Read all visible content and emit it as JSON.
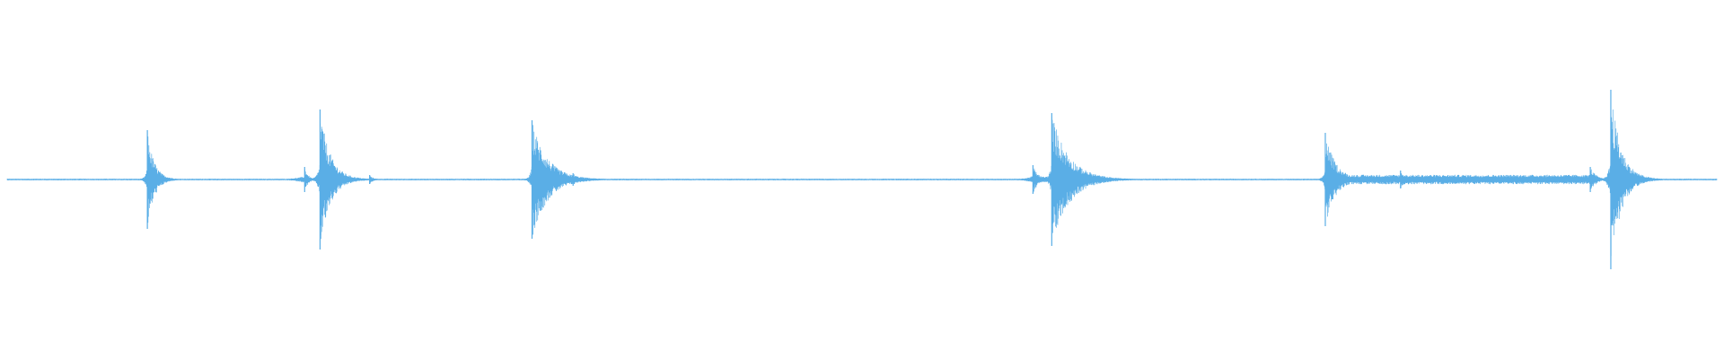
{
  "chart_data": {
    "type": "area",
    "x_range": [
      0,
      1
    ],
    "y_range": [
      -1,
      1
    ],
    "grid": false,
    "legend": "none",
    "colors": {
      "waveform": "#5aaee6",
      "background": "#ffffff"
    },
    "baseline_noise": 0.006,
    "bursts": [
      {
        "x": 0.082,
        "amplitude": 0.55,
        "pre_width": 0.0012,
        "decay": 0.004
      },
      {
        "x": 0.174,
        "amplitude": 0.14,
        "pre_width": 0.006,
        "decay": 0.002
      },
      {
        "x": 0.183,
        "amplitude": 0.78,
        "pre_width": 0.0015,
        "decay": 0.006
      },
      {
        "x": 0.212,
        "amplitude": 0.05,
        "pre_width": 0.001,
        "decay": 0.002
      },
      {
        "x": 0.307,
        "amplitude": 0.66,
        "pre_width": 0.0012,
        "decay": 0.009
      },
      {
        "x": 0.331,
        "amplitude": 0.07,
        "pre_width": 0.001,
        "decay": 0.003
      },
      {
        "x": 0.6,
        "amplitude": 0.16,
        "pre_width": 0.004,
        "decay": 0.003
      },
      {
        "x": 0.611,
        "amplitude": 0.74,
        "pre_width": 0.0015,
        "decay": 0.01
      },
      {
        "x": 0.771,
        "amplitude": 0.52,
        "pre_width": 0.0012,
        "decay": 0.006
      },
      {
        "x": 0.815,
        "amplitude": 0.1,
        "pre_width": 0.004,
        "decay": 0.003
      },
      {
        "x": 0.926,
        "amplitude": 0.14,
        "pre_width": 0.003,
        "decay": 0.003
      },
      {
        "x": 0.938,
        "amplitude": 1.0,
        "pre_width": 0.0015,
        "decay": 0.006
      }
    ],
    "sustained_regions": [
      {
        "start": 0.771,
        "end": 0.93,
        "amplitude": 0.05
      },
      {
        "start": 0.6,
        "end": 0.625,
        "amplitude": 0.03
      }
    ]
  }
}
